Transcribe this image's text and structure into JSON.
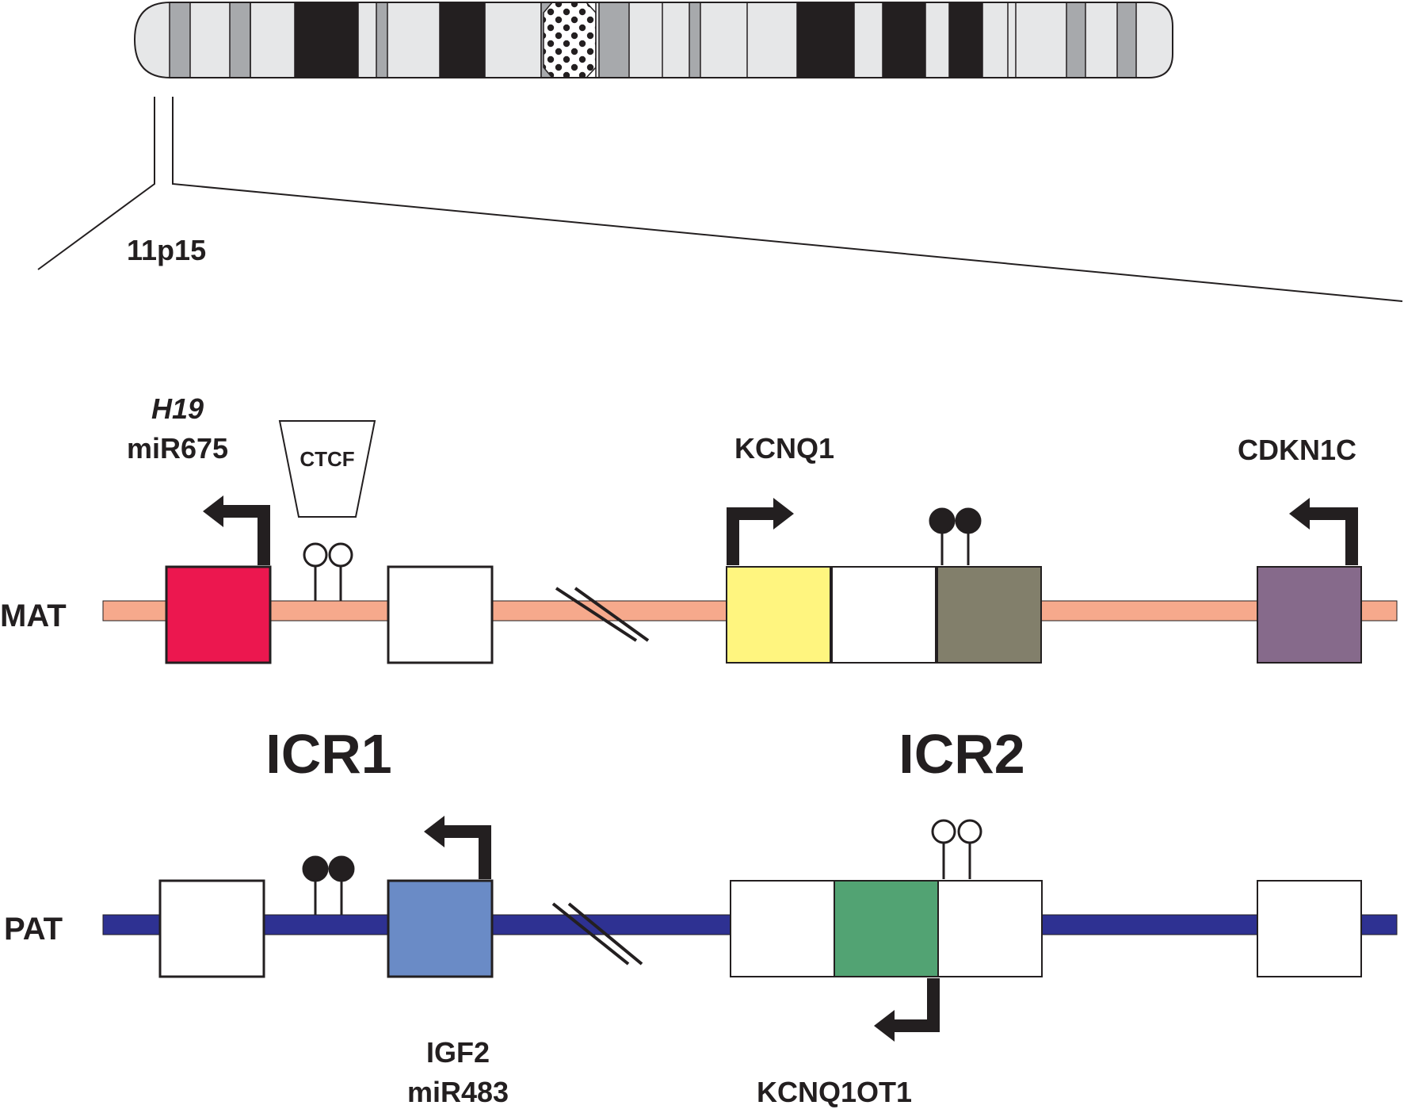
{
  "region_label": "11p15",
  "alleles": {
    "maternal": "MAT",
    "paternal": "PAT"
  },
  "control_regions": {
    "icr1": "ICR1",
    "icr2": "ICR2"
  },
  "protein": "CTCF",
  "genes": {
    "h19": "H19",
    "mir675": "miR675",
    "kcnq1": "KCNQ1",
    "cdkn1c": "CDKN1C",
    "igf2": "IGF2",
    "mir483": "miR483",
    "kcnq1ot1": "KCNQ1OT1"
  },
  "colors": {
    "maternal_strand": "#f6a98c",
    "paternal_strand": "#2e3192",
    "h19_box": "#ec174f",
    "kcnq1_box": "#fff57f",
    "kcnq1_3prime_box": "#827f6b",
    "cdkn1c_box": "#866a8b",
    "igf2_box": "#6a8bc6",
    "kcnq1ot1_box": "#52a373",
    "ink": "#231f20",
    "band_dark": "#231f20",
    "band_mid": "#a7a9ac",
    "band_light": "#e6e7e8"
  },
  "methylation": {
    "mat_icr1": "unmethylated",
    "mat_icr2": "methylated",
    "pat_icr1": "methylated",
    "pat_icr2": "unmethylated"
  }
}
